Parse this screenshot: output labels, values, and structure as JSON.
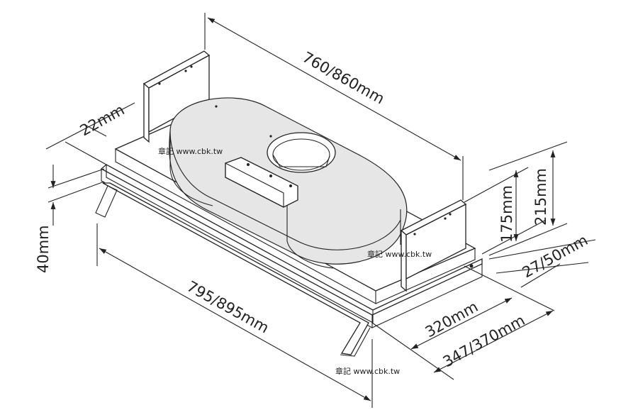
{
  "dimensions": {
    "depth_top": "760/860mm",
    "bracket_thickness": "22mm",
    "front_height": "40mm",
    "width_front": "795/895mm",
    "body_height_inner": "175mm",
    "body_height_total": "215mm",
    "back_offset": "27/50mm",
    "depth_inner": "320mm",
    "depth_total": "347/370mm"
  },
  "watermarks": [
    "章記 www.cbk.tw",
    "章記 www.cbk.tw",
    "章記 www.cbk.tw"
  ],
  "colors": {
    "line": "#222222",
    "background": "#ffffff"
  }
}
